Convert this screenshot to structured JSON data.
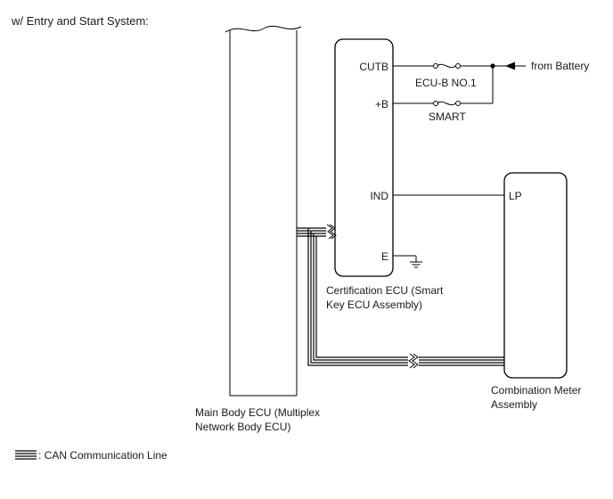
{
  "title": "w/ Entry and Start System:",
  "main_body_ecu": {
    "line1": "Main Body ECU (Multiplex",
    "line2": "Network Body ECU)"
  },
  "certification_ecu": {
    "line1": "Certification ECU (Smart",
    "line2": "Key ECU Assembly)",
    "pins": {
      "cutb": "CUTB",
      "b": "+B",
      "ind": "IND",
      "e": "E"
    }
  },
  "combination_meter": {
    "line1": "Combination Meter",
    "line2": "Assembly",
    "pins": {
      "lp": "LP"
    }
  },
  "fuses": {
    "ecub": "ECU-B NO.1",
    "smart": "SMART"
  },
  "battery_label": "from Battery",
  "legend": {
    "can_label": ": CAN Communication Line"
  }
}
